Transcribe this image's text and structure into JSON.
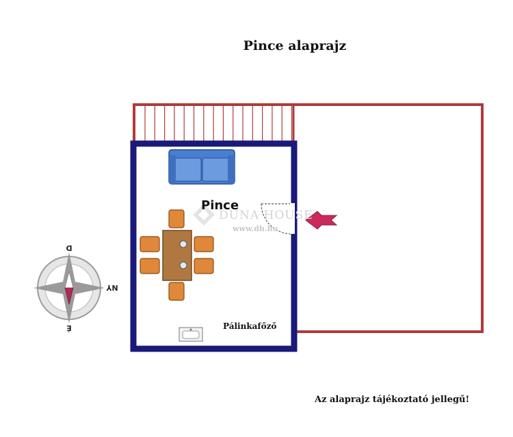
{
  "title": "Pince alaprajz",
  "rooms": {
    "main": "Pince",
    "palinka": "Pálinkafőző"
  },
  "compass": {
    "north": "D",
    "south": "É",
    "east": "NY"
  },
  "watermark": {
    "brand": "DUNA HOUSE",
    "url": "www.dh.hu"
  },
  "disclaimer": "Az alaprajz tájékoztató jellegű!",
  "colors": {
    "wall_navy": "#1a1a7a",
    "outline_red": "#b03a3a",
    "furniture_orange": "#e0883a",
    "table_brown": "#b07840",
    "sofa_blue": "#4a7fcf",
    "arrow": "#cc2a5a"
  },
  "icons": [
    "compass-icon",
    "sofa-icon",
    "dining-table-icon",
    "chair-icon",
    "sink-icon",
    "door-icon",
    "entrance-arrow-icon",
    "watermark-logo-icon"
  ]
}
